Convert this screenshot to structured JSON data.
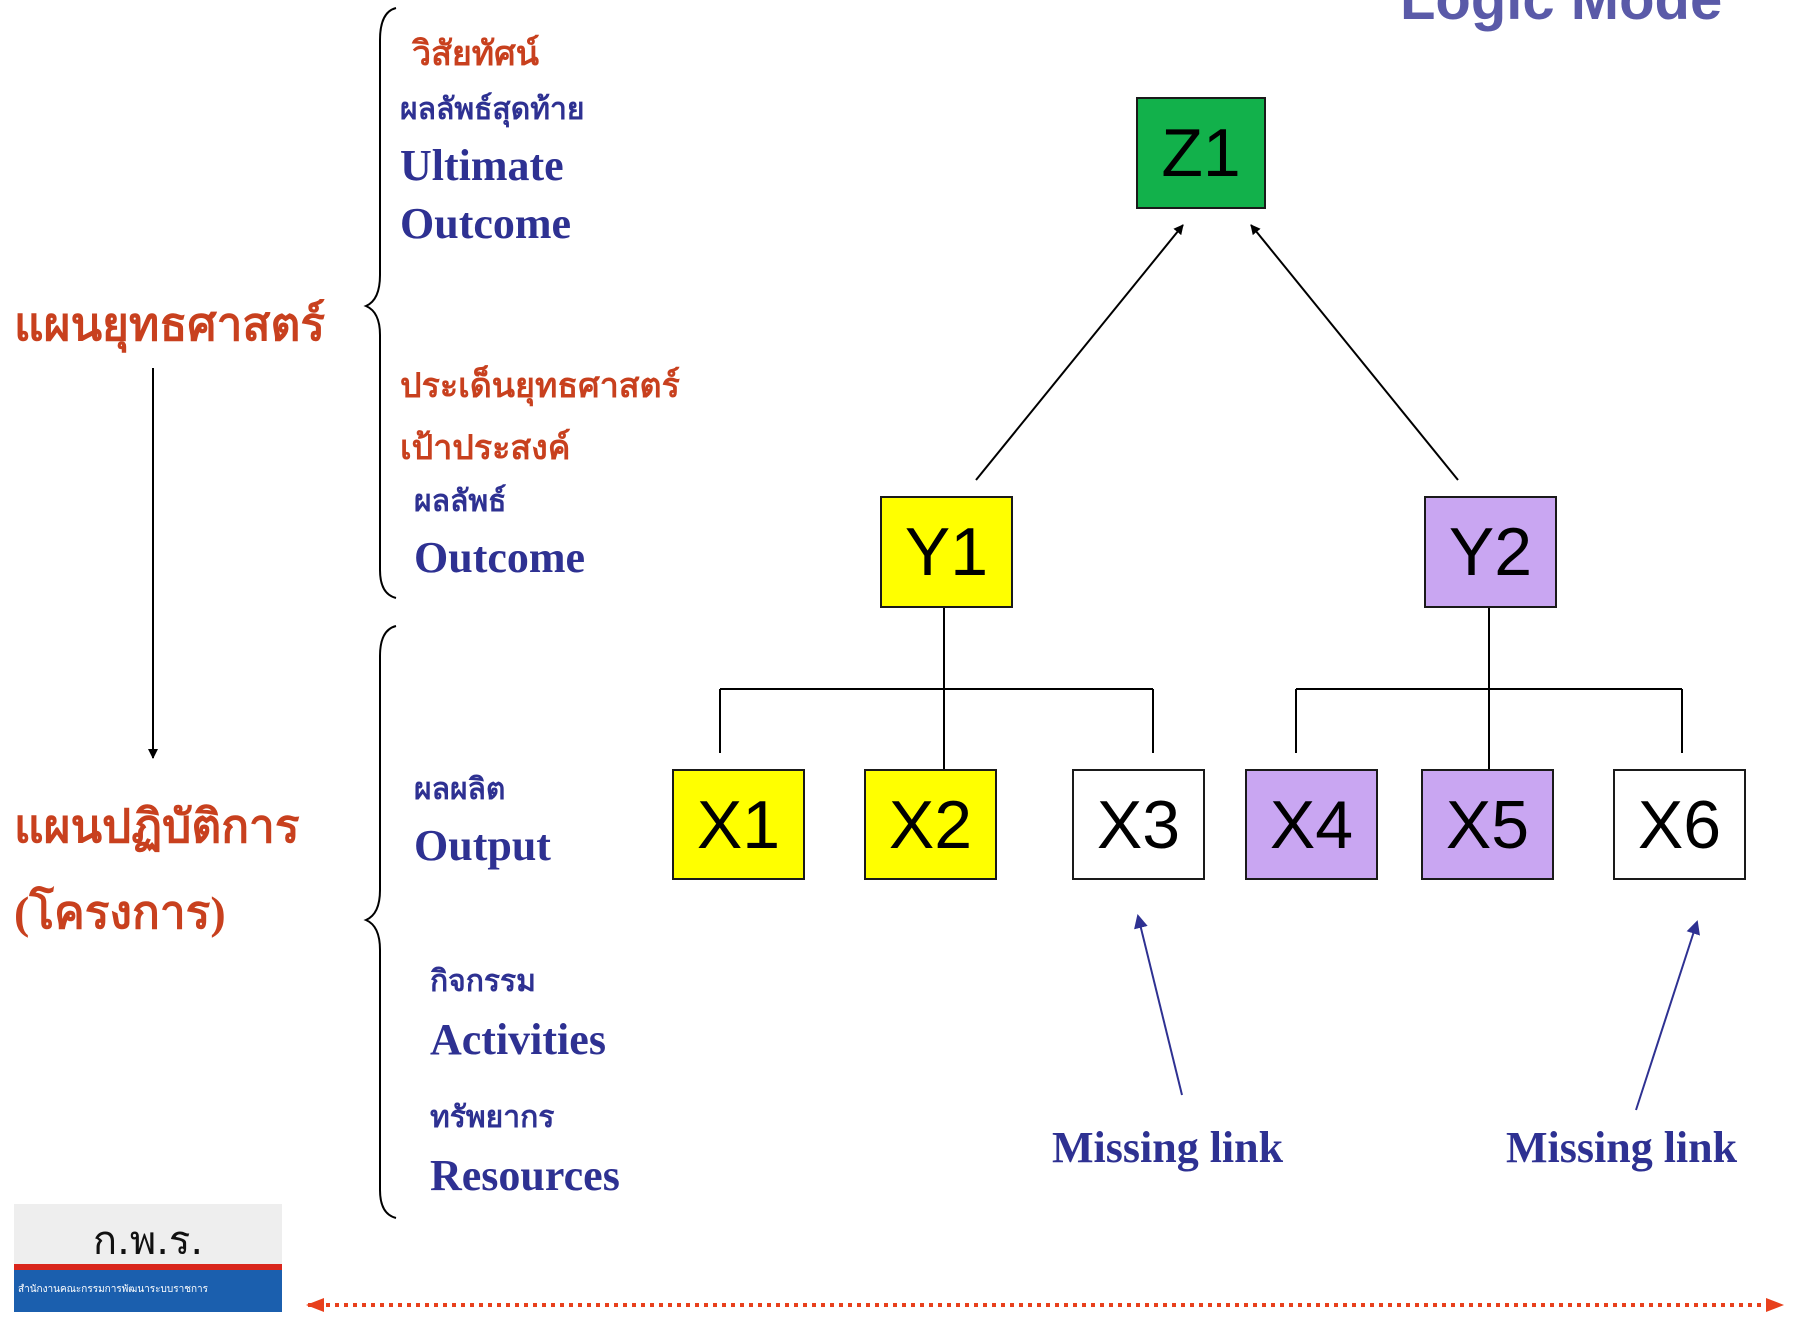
{
  "title": "Logic Mode",
  "left": {
    "strategic_plan": "แผนยุทธศาสตร์",
    "action_plan_1": "แผนปฏิบัติการ",
    "action_plan_2": "(โครงการ)"
  },
  "upper_bracket": {
    "vision": "วิสัยทัศน์",
    "ultimate_outcome_th": "ผลลัพธ์สุดท้าย",
    "ultimate_outcome_en_1": "Ultimate",
    "ultimate_outcome_en_2": "Outcome",
    "strategic_issue": "ประเด็นยุทธศาสตร์",
    "goal": "เป้าประสงค์",
    "outcome_th": "ผลลัพธ์",
    "outcome_en": "Outcome"
  },
  "lower_bracket": {
    "output_th": "ผลผลิต",
    "output_en": "Output",
    "activities_th": "กิจกรรม",
    "activities_en": "Activities",
    "resources_th": "ทรัพยากร",
    "resources_en": "Resources"
  },
  "nodes": {
    "z1": {
      "label": "Z1",
      "color": "#12b14b"
    },
    "y1": {
      "label": "Y1",
      "color": "#ffff00"
    },
    "y2": {
      "label": "Y2",
      "color": "#c9a6f2"
    },
    "x1": {
      "label": "X1",
      "color": "#ffff00"
    },
    "x2": {
      "label": "X2",
      "color": "#ffff00"
    },
    "x3": {
      "label": "X3",
      "color": "#ffffff"
    },
    "x4": {
      "label": "X4",
      "color": "#c9a6f2"
    },
    "x5": {
      "label": "X5",
      "color": "#c9a6f2"
    },
    "x6": {
      "label": "X6",
      "color": "#ffffff"
    }
  },
  "missing_link_1": "Missing link",
  "missing_link_2": "Missing link",
  "logo": {
    "text": "ก.พ.ร.",
    "subtitle": "สำนักงานคณะกรรมการพัฒนาระบบราชการ"
  },
  "colors": {
    "navy_text": "#2e3192",
    "red_text": "#c8401e",
    "arrow_navy": "#2e3192",
    "dotted_arrow": "#e8401c"
  }
}
